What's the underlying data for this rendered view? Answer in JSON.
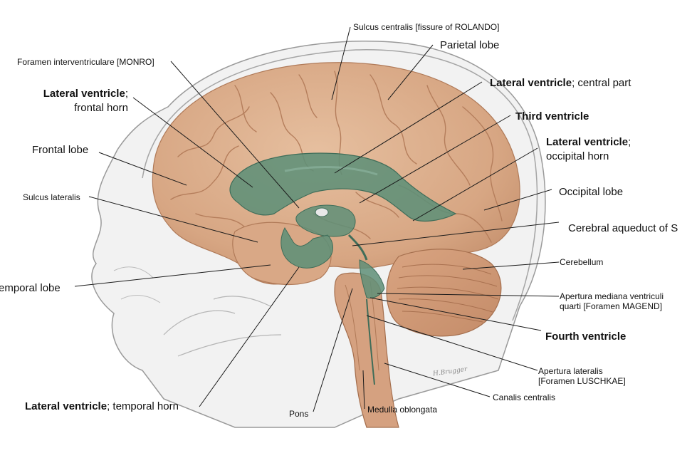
{
  "labels": {
    "sulcus_centralis": "Sulcus centralis [fissure of ROLANDO]",
    "parietal_lobe": "Parietal lobe",
    "foramen_interventriculare": "Foramen interventriculare [MONRO]",
    "lv_central_bold": "Lateral ventricle",
    "lv_central_rest": "; central part",
    "lv_frontal_bold": "Lateral ventricle",
    "lv_frontal_semi": ";",
    "lv_frontal_line2": "frontal horn",
    "third_ventricle": "Third ventricle",
    "lv_occipital_bold": "Lateral ventricle",
    "lv_occipital_semi": ";",
    "lv_occipital_line2": "occipital horn",
    "frontal_lobe": "Frontal lobe",
    "occipital_lobe": "Occipital lobe",
    "sulcus_lateralis": "Sulcus lateralis",
    "cerebral_aqueduct": "Cerebral aqueduct of S",
    "cerebellum": "Cerebellum",
    "temporal_lobe": "emporal lobe",
    "apertura_mediana_line1": "Apertura mediana ventriculi",
    "apertura_mediana_line2": "quarti [Foramen MAGEND]",
    "fourth_ventricle": "Fourth ventricle",
    "apertura_lateralis_line1": "Apertura lateralis",
    "apertura_lateralis_line2": "[Foramen LUSCHKAE]",
    "canalis_centralis": "Canalis centralis",
    "lv_temporal_bold": "Lateral ventricle",
    "lv_temporal_rest": "; temporal horn",
    "pons": "Pons",
    "medulla_oblongata": "Medulla oblongata",
    "signature": "H.Brugger"
  },
  "colors": {
    "brain": "#dcae8a",
    "brain_dark": "#b9825f",
    "ventricle": "#5f8f78",
    "ventricle_dark": "#3f6d59",
    "head_outline": "#8d8d8d",
    "skin": "#efefef"
  }
}
